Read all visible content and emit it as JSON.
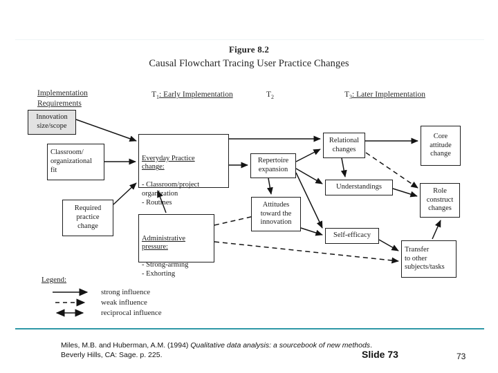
{
  "slide": {
    "figure_number": "Figure 8.2",
    "figure_title": "Causal Flowchart Tracing User Practice Changes",
    "slide_label": "Slide 73",
    "page_number": "73",
    "accent_color": "#2e98a6"
  },
  "columns": [
    {
      "id": "implementation-requirements",
      "label": "Implementation\nRequirements",
      "underlined": true
    },
    {
      "id": "t1-early-implementation",
      "time": "T",
      "subscript": "1",
      "label": ": Early Implementation",
      "underlined": true
    },
    {
      "id": "t2",
      "time": "T",
      "subscript": "2",
      "label": "",
      "underlined": false
    },
    {
      "id": "t3-later-implementation",
      "time": "T",
      "subscript": "3",
      "label": ": Later Implementation",
      "underlined": true
    }
  ],
  "nodes": {
    "innovation": {
      "label": "Innovation\nsize/scope"
    },
    "classroom_fit": {
      "label": "Classroom/\norganizational\nfit"
    },
    "required_practice": {
      "label": "Required\npractice\nchange"
    },
    "everyday_practice": {
      "header": "Everyday Practice\nchange:",
      "items": "- Classroom/project\n   organization\n- Routines"
    },
    "administrative_pressure": {
      "header": "Administrative\npressure:",
      "items": "- Strong-arming\n- Exhorting"
    },
    "repertoire": {
      "label": "Repertoire\nexpansion"
    },
    "attitudes": {
      "label": "Attitudes\ntoward the\ninnovation"
    },
    "relational": {
      "label": "Relational\nchanges"
    },
    "understandings": {
      "label": "Understandings"
    },
    "self_efficacy": {
      "label": "Self-efficacy"
    },
    "core_attitude": {
      "label": "Core\nattitude\nchange"
    },
    "role_construct": {
      "label": "Role\nconstruct\nchanges"
    },
    "transfer": {
      "label": "Transfer\nto other\nsubjects/tasks"
    }
  },
  "legend": {
    "title": "Legend:",
    "entries": [
      {
        "key": "solid-arrow",
        "label": "strong influence"
      },
      {
        "key": "dashed-arrow",
        "label": "weak influence"
      },
      {
        "key": "double-arrow",
        "label": "reciprocal influence"
      }
    ]
  },
  "citation": {
    "part1": "Miles, M.B. and Huberman, A.M. (1994) ",
    "italic1": "Qualitative data analysis: a sourcebook of new methods",
    "part2": ". Beverly Hills, CA: Sage. p. 225."
  },
  "chart_data": {
    "type": "diagram",
    "title": "Causal Flowchart Tracing User Practice Changes",
    "edges": [
      {
        "from": "innovation",
        "to": "everyday_practice",
        "kind": "strong"
      },
      {
        "from": "classroom_fit",
        "to": "everyday_practice",
        "kind": "strong"
      },
      {
        "from": "required_practice",
        "to": "everyday_practice",
        "kind": "strong"
      },
      {
        "from": "administrative_pressure",
        "to": "everyday_practice",
        "kind": "strong"
      },
      {
        "from": "everyday_practice",
        "to": "repertoire",
        "kind": "strong"
      },
      {
        "from": "everyday_practice",
        "to": "relational",
        "kind": "strong"
      },
      {
        "from": "administrative_pressure",
        "to": "attitudes",
        "kind": "weak"
      },
      {
        "from": "administrative_pressure",
        "to": "transfer",
        "kind": "weak"
      },
      {
        "from": "repertoire",
        "to": "relational",
        "kind": "strong"
      },
      {
        "from": "repertoire",
        "to": "understandings",
        "kind": "strong"
      },
      {
        "from": "repertoire",
        "to": "self_efficacy",
        "kind": "strong"
      },
      {
        "from": "repertoire",
        "to": "attitudes",
        "kind": "strong"
      },
      {
        "from": "attitudes",
        "to": "self_efficacy",
        "kind": "strong"
      },
      {
        "from": "relational",
        "to": "core_attitude",
        "kind": "strong"
      },
      {
        "from": "relational",
        "to": "understandings",
        "kind": "strong"
      },
      {
        "from": "relational",
        "to": "role_construct",
        "kind": "weak"
      },
      {
        "from": "understandings",
        "to": "role_construct",
        "kind": "strong"
      },
      {
        "from": "self_efficacy",
        "to": "transfer",
        "kind": "strong"
      },
      {
        "from": "transfer",
        "to": "role_construct",
        "kind": "strong"
      }
    ]
  }
}
